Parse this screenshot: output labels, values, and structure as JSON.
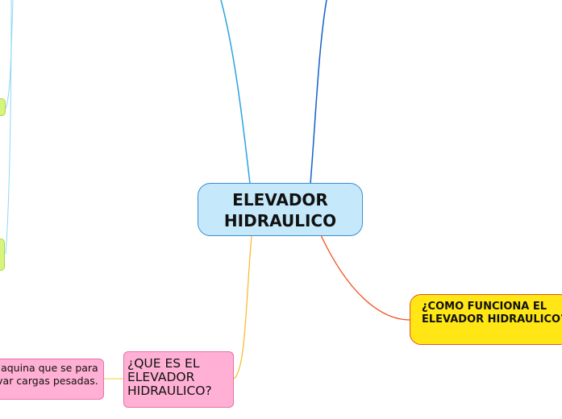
{
  "central": {
    "title": "ELEVADOR HIDRAULICO"
  },
  "branches": [
    {
      "label": "¿COMO FUNCIONA EL ELEVADOR HIDRAULICO?",
      "color": "#ffe614"
    },
    {
      "label": "¿QUE ES EL ELEVADOR HIDRAULICO?",
      "color": "#ffb0d4",
      "children": [
        {
          "label": "a maquina que se para elevar cargas pesadas."
        }
      ]
    }
  ]
}
